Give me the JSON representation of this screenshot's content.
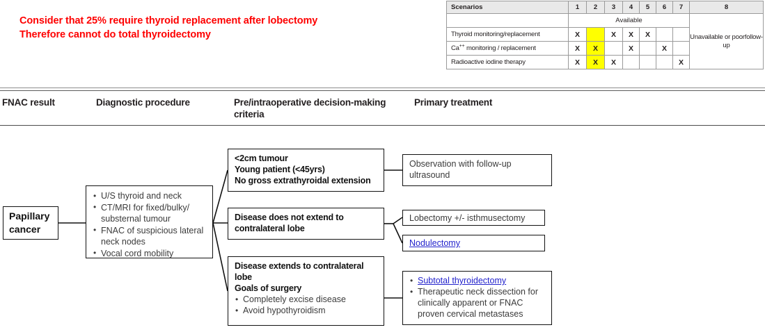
{
  "note": {
    "line1": "Consider that 25% require thyroid replacement after lobectomy",
    "line2": "Therefore cannot do total thyroidectomy",
    "color": "#fe0000"
  },
  "scenario_table": {
    "corner_label": "Scenarios",
    "columns": [
      "1",
      "2",
      "3",
      "4",
      "5",
      "6",
      "7",
      "8"
    ],
    "available_label": "Available",
    "col8_label": "Unavailable or poorfollow-up",
    "highlight_color": "#ffff00",
    "header_fill": "#e9e9e9",
    "mark": "X",
    "rows": [
      {
        "label": "Thyroid monitoring/replacement",
        "cells": [
          "X",
          "",
          "X",
          "X",
          "X",
          "",
          ""
        ],
        "highlight": [
          false,
          true,
          false,
          false,
          false,
          false,
          false
        ]
      },
      {
        "label_prefix": "Ca",
        "label_sup": "++",
        "label_suffix": " monitoring / replacement",
        "label": "Ca++ monitoring / replacement",
        "cells": [
          "X",
          "X",
          "",
          "X",
          "",
          "X",
          ""
        ],
        "highlight": [
          false,
          true,
          false,
          false,
          false,
          false,
          false
        ]
      },
      {
        "label": "Radioactive iodine therapy",
        "cells": [
          "X",
          "X",
          "X",
          "",
          "",
          "",
          "X"
        ],
        "highlight": [
          false,
          true,
          false,
          false,
          false,
          false,
          false
        ]
      }
    ]
  },
  "column_headings": [
    "FNAC result",
    "Diagnostic procedure",
    "Pre/intraoperative decision-making criteria",
    "Primary treatment"
  ],
  "flow": {
    "fnac": {
      "line1": "Papillary",
      "line2": "cancer"
    },
    "diagnostic": {
      "items": [
        "U/S thyroid and neck",
        "CT/MRI for fixed/bulky/ substernal tumour",
        "FNAC of suspicious lateral neck nodes",
        "Vocal cord mobility"
      ]
    },
    "criteria": [
      {
        "lines": [
          "<2cm tumour",
          "Young patient (<45yrs)",
          "No gross extrathyroidal extension"
        ]
      },
      {
        "lines": [
          "Disease does not extend to",
          "contralateral lobe"
        ]
      },
      {
        "heading": [
          "Disease extends to contralateral",
          "lobe",
          "Goals of surgery"
        ],
        "items": [
          "Completely excise disease",
          "Avoid hypothyroidism"
        ]
      }
    ],
    "treatments": [
      {
        "lines": [
          "Observation with follow-up",
          "ultrasound"
        ]
      },
      {
        "text": "Lobectomy +/- isthmusectomy"
      },
      {
        "text": "Nodulectomy",
        "link": true,
        "link_color": "#2222cc"
      },
      {
        "link_item": "Subtotal thyroidectomy",
        "items": [
          "Therapeutic neck dissection for clinically apparent or FNAC proven cervical metastases"
        ]
      }
    ]
  }
}
